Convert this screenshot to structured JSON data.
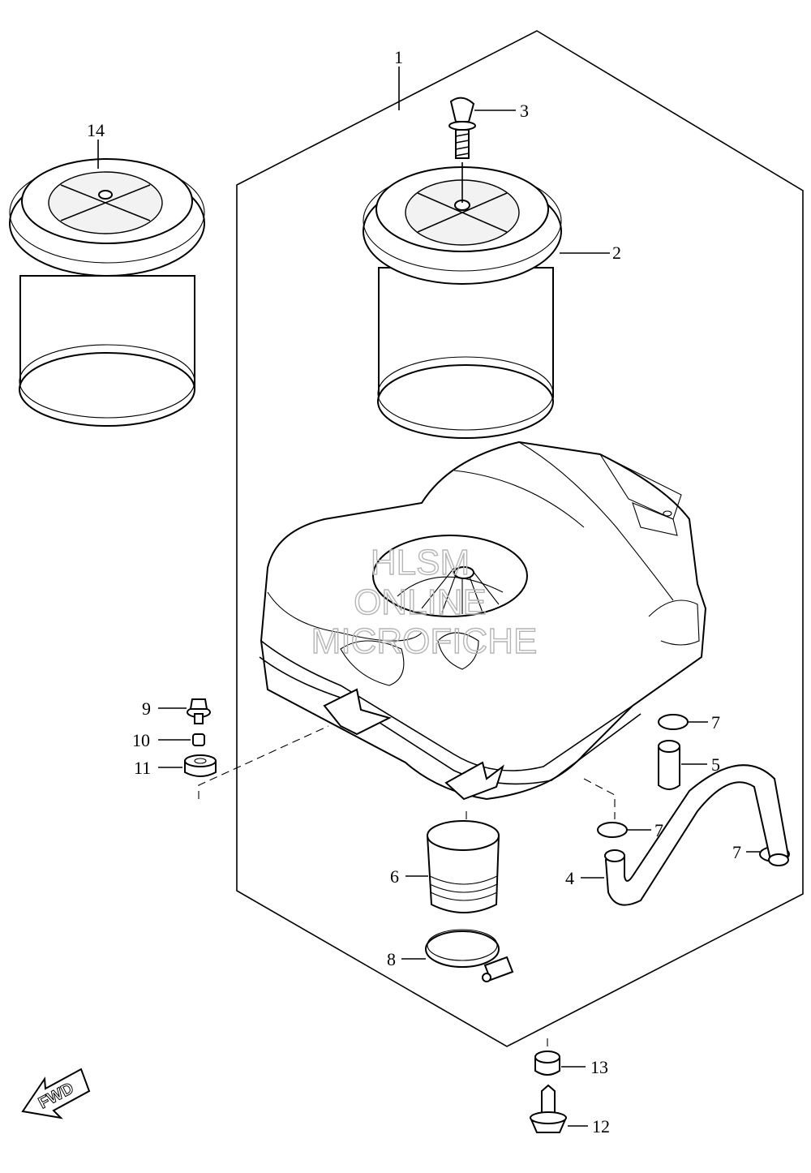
{
  "callouts": [
    {
      "id": "1",
      "label": "1"
    },
    {
      "id": "2",
      "label": "2"
    },
    {
      "id": "3",
      "label": "3"
    },
    {
      "id": "4",
      "label": "4"
    },
    {
      "id": "5",
      "label": "5"
    },
    {
      "id": "6",
      "label": "6"
    },
    {
      "id": "7a",
      "label": "7"
    },
    {
      "id": "7b",
      "label": "7"
    },
    {
      "id": "7c",
      "label": "7"
    },
    {
      "id": "8",
      "label": "8"
    },
    {
      "id": "9",
      "label": "9"
    },
    {
      "id": "10",
      "label": "10"
    },
    {
      "id": "11",
      "label": "11"
    },
    {
      "id": "12",
      "label": "12"
    },
    {
      "id": "13",
      "label": "13"
    },
    {
      "id": "14",
      "label": "14"
    }
  ],
  "watermark": {
    "line1": "HLSM",
    "line2": "ONLINE",
    "line3": "MICROFICHE"
  },
  "fwd_arrow": {
    "label": "FWD"
  }
}
